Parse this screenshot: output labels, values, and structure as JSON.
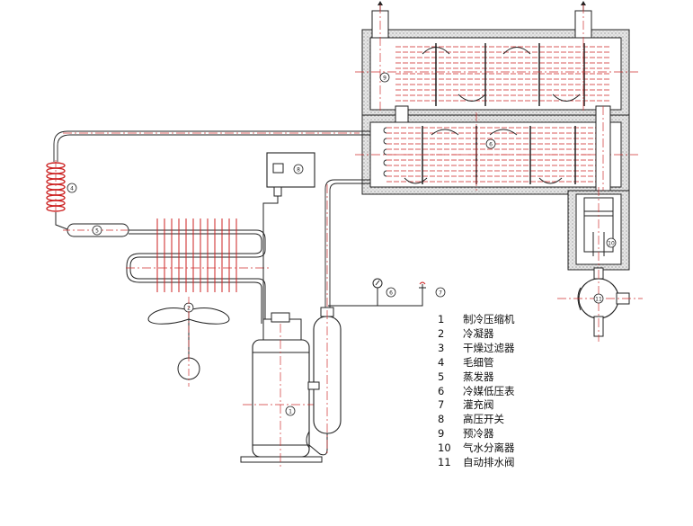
{
  "legend": [
    {
      "num": "1",
      "label": "制冷压缩机"
    },
    {
      "num": "2",
      "label": "冷凝器"
    },
    {
      "num": "3",
      "label": "干燥过滤器"
    },
    {
      "num": "4",
      "label": "毛细管"
    },
    {
      "num": "5",
      "label": "蒸发器"
    },
    {
      "num": "6",
      "label": "冷媒低压表"
    },
    {
      "num": "7",
      "label": "灌充阀"
    },
    {
      "num": "8",
      "label": "高压开关"
    },
    {
      "num": "9",
      "label": "预冷器"
    },
    {
      "num": "10",
      "label": "气水分离器"
    },
    {
      "num": "11",
      "label": "自动排水阀"
    }
  ],
  "callouts": {
    "compressor": "1",
    "condenser_fan": "2",
    "evaporator_tag": "5",
    "capillary_coil": "4",
    "pressure_switch": "8",
    "precooler": "9",
    "evaporator_main": "6",
    "gauge": "6",
    "charge_valve": "7",
    "separator": "10",
    "drain_valve": "11"
  },
  "colors": {
    "line": "#1a1a1a",
    "refrigerant": "#cc2222",
    "centerline": "#d03030",
    "shell": "#9a9a9a"
  }
}
